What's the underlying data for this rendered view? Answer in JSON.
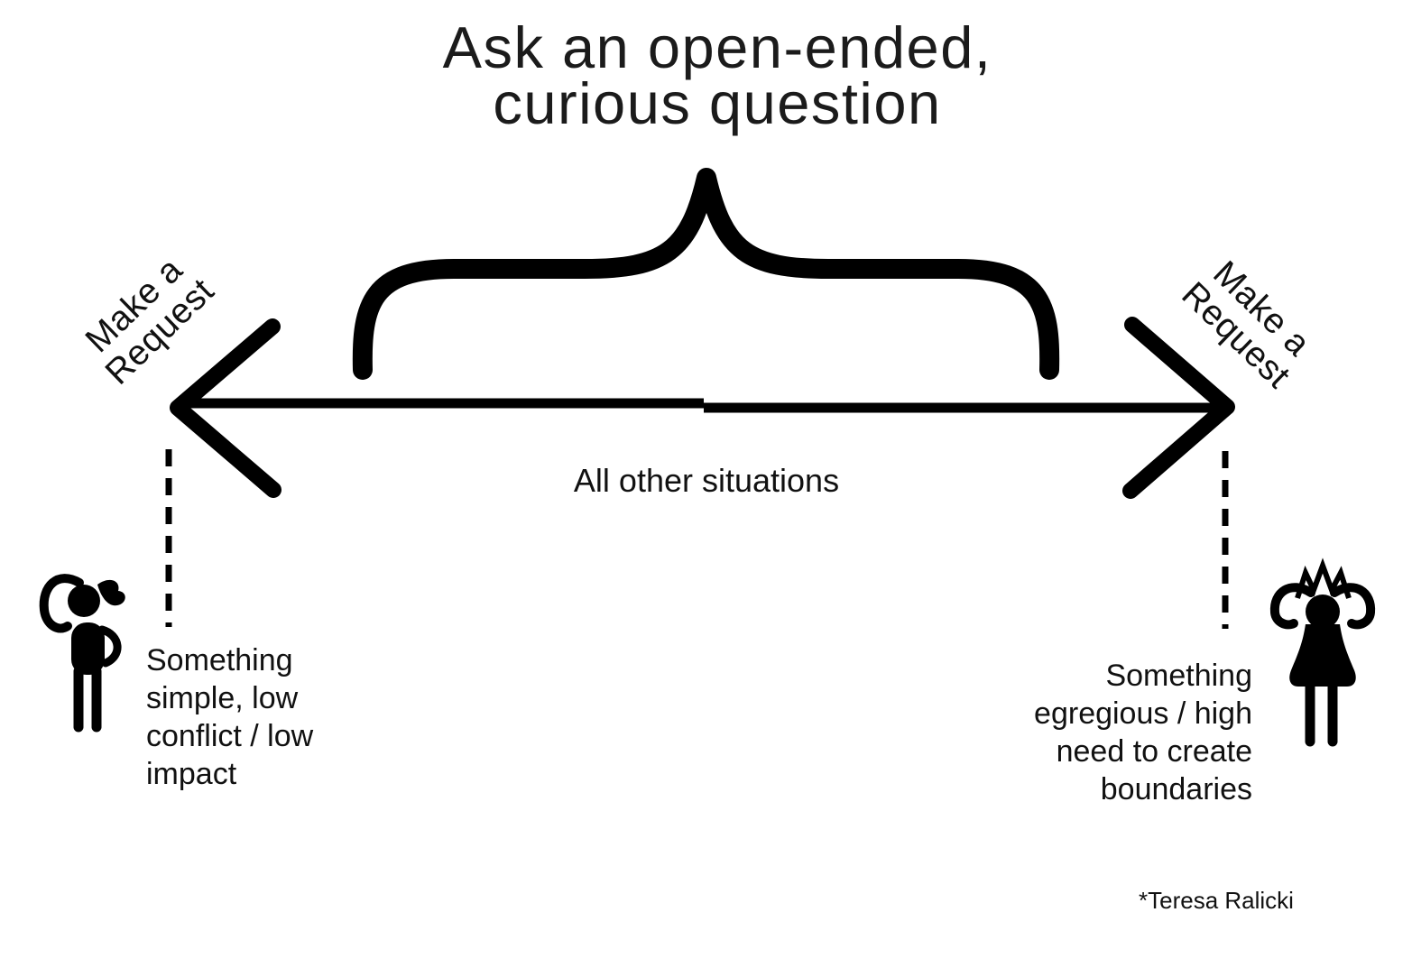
{
  "title": {
    "line1": "Ask an open-ended,",
    "line2": "curious question"
  },
  "spectrum": {
    "left_label": {
      "line1": "Make a",
      "line2": "Request"
    },
    "right_label": {
      "line1": "Make a",
      "line2": "Request"
    },
    "center_label": "All other situations",
    "left_description": {
      "lines": [
        "Something",
        "simple, low",
        "conflict / low",
        "impact"
      ]
    },
    "right_description": {
      "lines": [
        "Something",
        "egregious / high",
        "need to create",
        "boundaries"
      ]
    }
  },
  "icons": {
    "left": "confused-person-scratching-head-icon",
    "right": "alarmed-person-hands-on-head-icon"
  },
  "attribution": "*Teresa Ralicki",
  "colors": {
    "ink": "#000000",
    "background": "#ffffff"
  }
}
